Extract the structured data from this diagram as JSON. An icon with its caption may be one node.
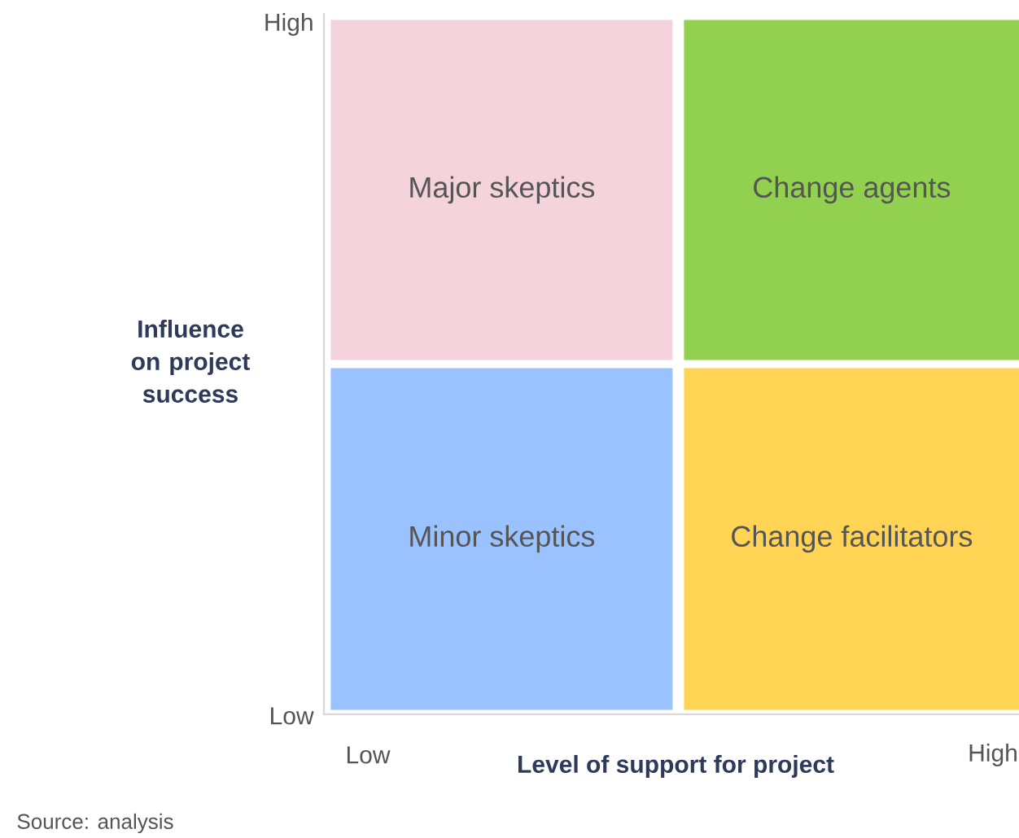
{
  "diagram": {
    "nodes": [
      {
        "text": [
          "Major skeptics"
        ]
      },
      {
        "text": [
          "Change agents"
        ]
      },
      {
        "text": [
          "Minor skeptics"
        ]
      },
      {
        "text": [
          "Change facilitators"
        ]
      }
    ],
    "labels": [
      "High",
      "Influence on project success",
      "Low",
      "Low",
      "Level of support for project",
      "High",
      "Source: analysis"
    ]
  }
}
